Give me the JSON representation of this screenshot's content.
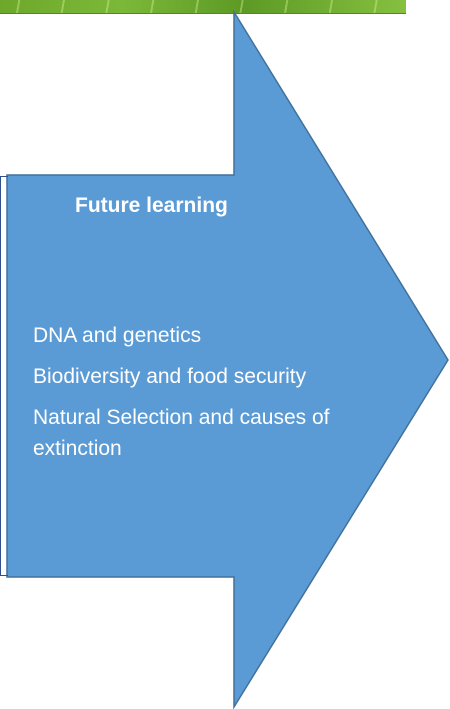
{
  "diagram": {
    "title": "Future learning",
    "items": [
      "DNA and genetics",
      "Biodiversity and food security",
      "Natural Selection and causes of extinction"
    ],
    "colors": {
      "arrow_fill": "#5b9bd5",
      "arrow_stroke": "#41719c",
      "text": "#ffffff",
      "top_strip": "#6da82b"
    }
  }
}
